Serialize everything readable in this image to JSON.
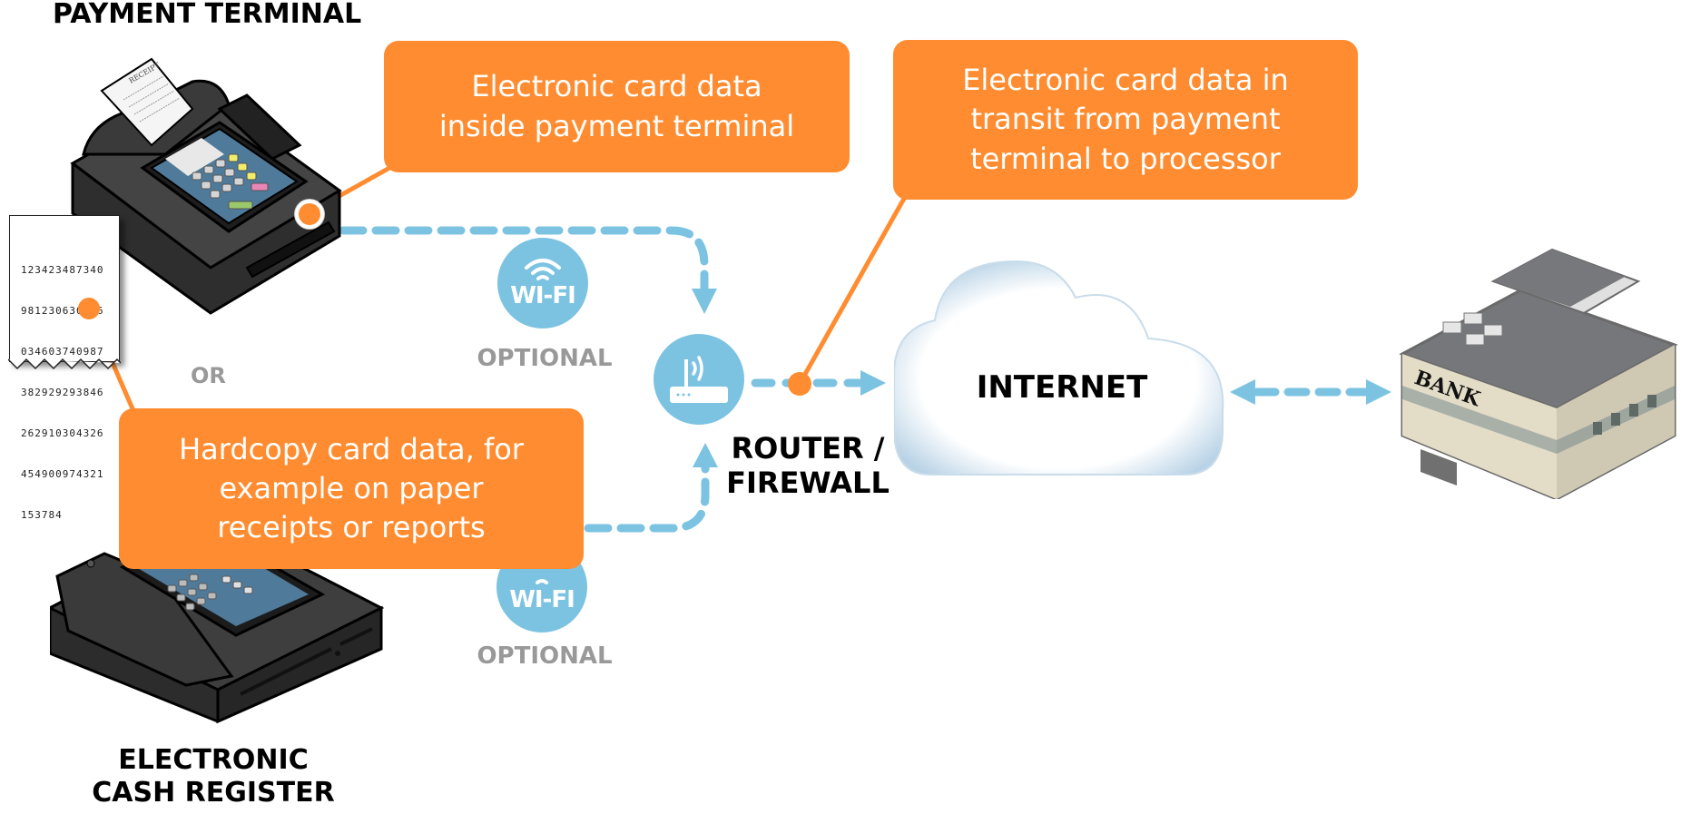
{
  "labels": {
    "payment_terminal": "PAYMENT TERMINAL",
    "or": "OR",
    "cash_register_line1": "ELECTRONIC",
    "cash_register_line2": "CASH REGISTER",
    "router_line1": "ROUTER /",
    "router_line2": "FIREWALL",
    "internet": "INTERNET",
    "bank_sign": "BANK",
    "receipt_heading": "RECEIPT"
  },
  "wifi_badges": [
    {
      "label": "WI-FI",
      "note": "OPTIONAL"
    },
    {
      "label": "WI-FI",
      "note": "OPTIONAL"
    }
  ],
  "callouts": {
    "terminal": "Electronic card data\ninside payment terminal",
    "transit": "Electronic card data in\ntransit from payment\nterminal to processor",
    "hardcopy": "Hardcopy card data, for\nexample on paper\nreceipts or reports"
  },
  "receipt_numbers": [
    "123423487340",
    "981230630736",
    "034603740987",
    "382929293846",
    "262910304326",
    "454900974321",
    "153784"
  ],
  "colors": {
    "callout": "#FF8C30",
    "flow": "#7CC3E2",
    "optional_text": "#999999"
  }
}
